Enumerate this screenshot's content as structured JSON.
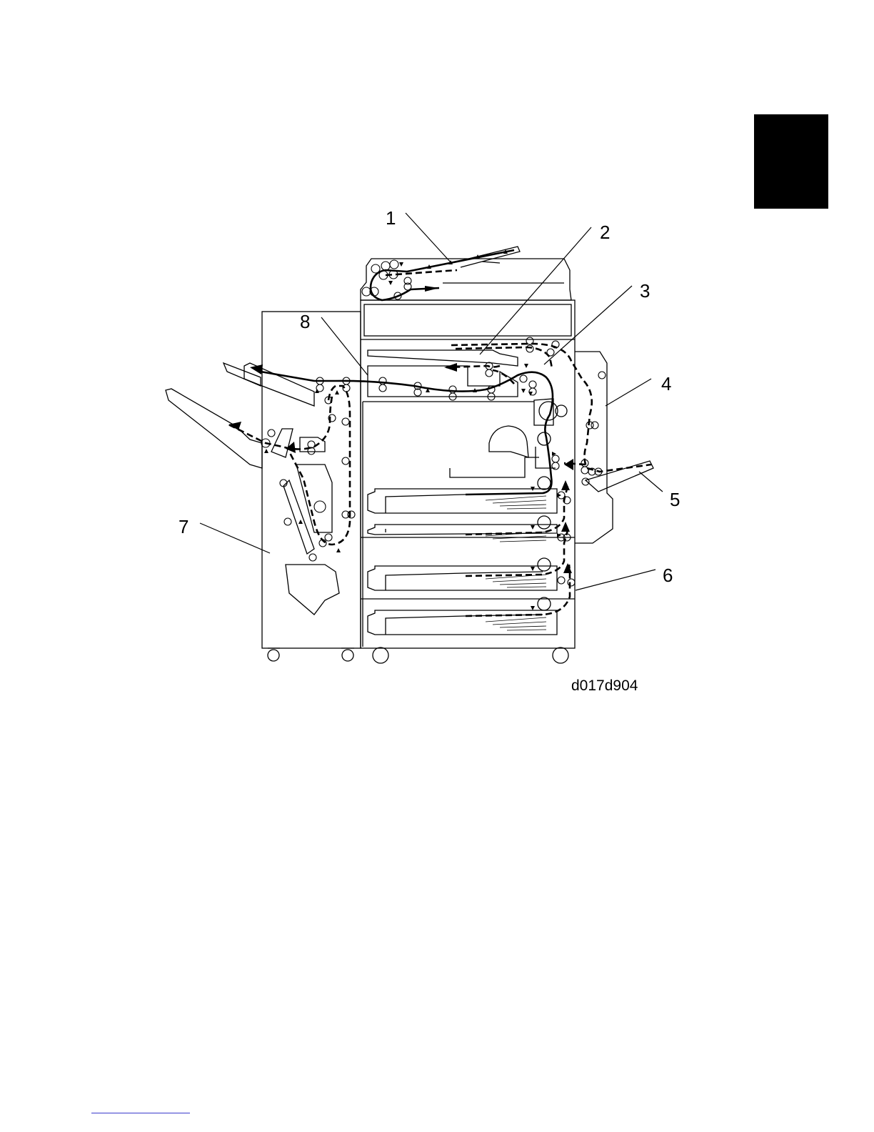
{
  "figure": {
    "id": "d017d904",
    "callouts": [
      "1",
      "2",
      "3",
      "4",
      "5",
      "6",
      "7",
      "8"
    ]
  },
  "colors": {
    "tab": "#000000",
    "line": "#000000",
    "footer_rule": "#3a3acc"
  }
}
